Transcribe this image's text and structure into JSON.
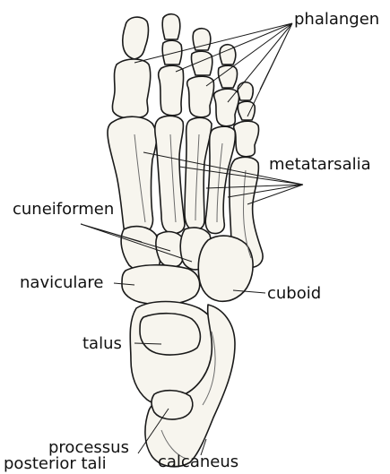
{
  "labels": {
    "phalangen": "phalangen",
    "metatarsalia": "metatarsalia",
    "cuneiformen": "cuneiformen",
    "naviculare": "naviculare",
    "cuboid": "cuboid",
    "talus": "talus",
    "processus_line1": "processus",
    "processus_line2": "posterior tali",
    "calcaneus": "calcaneus"
  },
  "colors": {
    "bone_fill": "#f7f5ee",
    "outline": "#1a1a1a",
    "shade": "#6b6b6b",
    "text": "#111111"
  }
}
